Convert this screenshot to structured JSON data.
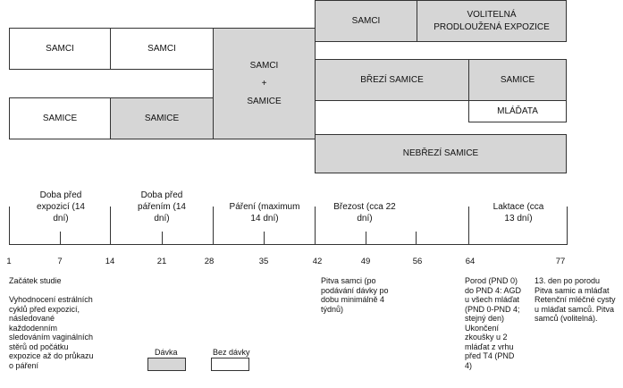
{
  "boxes": {
    "samci_1": "SAMCI",
    "samci_2": "SAMCI",
    "mating_top": "SAMCI",
    "mating_plus": "+",
    "mating_bottom": "SAMICE",
    "samci_top": "SAMCI",
    "volitelna": "VOLITELNÁ PRODLOUŽENÁ EXPOZICE",
    "samice_1": "SAMICE",
    "samice_2": "SAMICE",
    "brezi_samice": "BŘEZÍ SAMICE",
    "samice_right": "SAMICE",
    "mladata": "MLÁĎATA",
    "nebrezi_samice": "NEBŘEZÍ SAMICE"
  },
  "phases": [
    {
      "label": "Doba před expozicí (14 dní)"
    },
    {
      "label": "Doba před pářením (14 dní)"
    },
    {
      "label": "Páření (maximum 14 dní)"
    },
    {
      "label": "Březost (cca 22 dní)"
    },
    {
      "label": "Laktace (cca 13 dní)"
    }
  ],
  "ticks": [
    "1",
    "7",
    "14",
    "21",
    "28",
    "35",
    "42",
    "49",
    "56",
    "64",
    "77"
  ],
  "notes": {
    "start": "Začátek studie",
    "estrous": "Vyhodnocení estrálních cyklů před expozicí, následované každodenním sledováním vaginálních stěrů od počátku expozice až do průkazu o páření",
    "necropsy_males": "Pitva samci (po podávání dávky po dobu minimálně 4 týdnů)",
    "birth": "Porod (PND 0) do PND 4: AGD u všech mláďat (PND 0-PND 4; stejný den) Ukončení zkoušky u 2 mláďat z vrhu před T4 (PND 4)",
    "day13": "13. den po porodu Pitva samic a mláďat Retenční mléčné cysty u mláďat samců. Pitva samců (volitelná)."
  },
  "legend": {
    "dose": "Dávka",
    "no_dose": "Bez dávky"
  },
  "colors": {
    "dosed": "#d6d6d6",
    "undosed": "#ffffff"
  }
}
